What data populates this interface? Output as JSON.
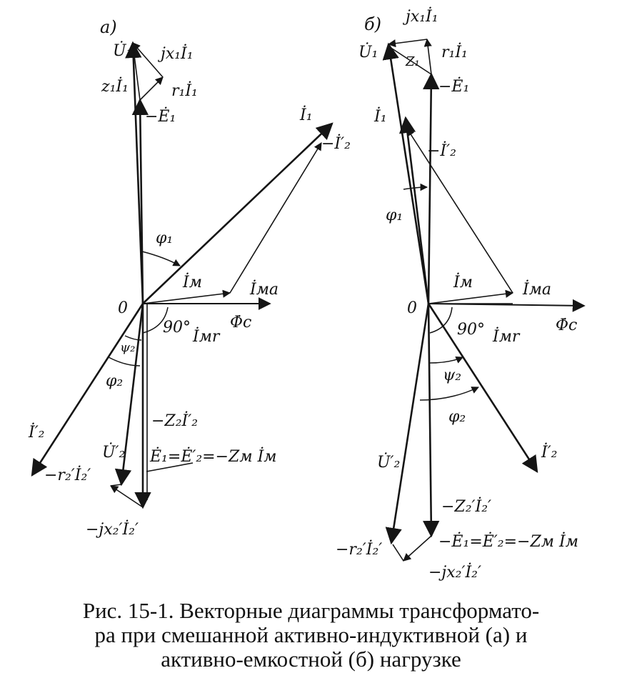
{
  "caption": {
    "line1": "Рис. 15-1. Векторные диаграммы трансформато-",
    "line2": "ра при смешанной активно-индуктивной (а) и",
    "line3": "активно-емкостной (б) нагрузке"
  },
  "panel_a": {
    "tag": "а)",
    "origin": "0",
    "U1": "U̇₁",
    "jx1I1": "jx₁İ₁",
    "z1I1": "z₁İ₁",
    "r1I1": "r₁İ₁",
    "E1": "−Ė₁",
    "I1": "İ₁",
    "I2p": "−İ′₂",
    "phi1": "φ₁",
    "Im": "İм",
    "Ima": "İма",
    "Phic": "Φ̇с",
    "Imr": "İмr",
    "deg90": "90°",
    "psi2": "ψ₂",
    "phi2": "φ₂",
    "I2": "İ′₂",
    "mz2I2": "−Z₂İ′₂",
    "E_eq": "Ė₁=Ė′₂=−Zм İм",
    "U2": "U̇′₂",
    "r2I2": "−r₂′İ₂′",
    "jx2I2": "−jx₂′İ₂′"
  },
  "panel_b": {
    "tag": "б)",
    "origin": "0",
    "U1": "U̇₁",
    "jx1I1": "jx₁İ₁",
    "z1": "Z₁",
    "r1I1": "r₁İ₁",
    "E1": "−Ė₁",
    "I1": "İ₁",
    "I2p": "−İ′₂",
    "phi1": "φ₁",
    "Im": "İм",
    "Ima": "İма",
    "Phic": "Φ̇с",
    "Imr": "İмr",
    "deg90": "90°",
    "psi2": "ψ₂",
    "phi2": "φ₂",
    "I2": "İ′₂",
    "U2": "U̇′₂",
    "mz2I2": "−Z₂′İ₂′",
    "E_eq": "−Ė₁=Ė′₂=−Zм İм",
    "r2I2": "−r₂′İ₂′",
    "jx2I2": "−jx₂′İ₂′"
  }
}
